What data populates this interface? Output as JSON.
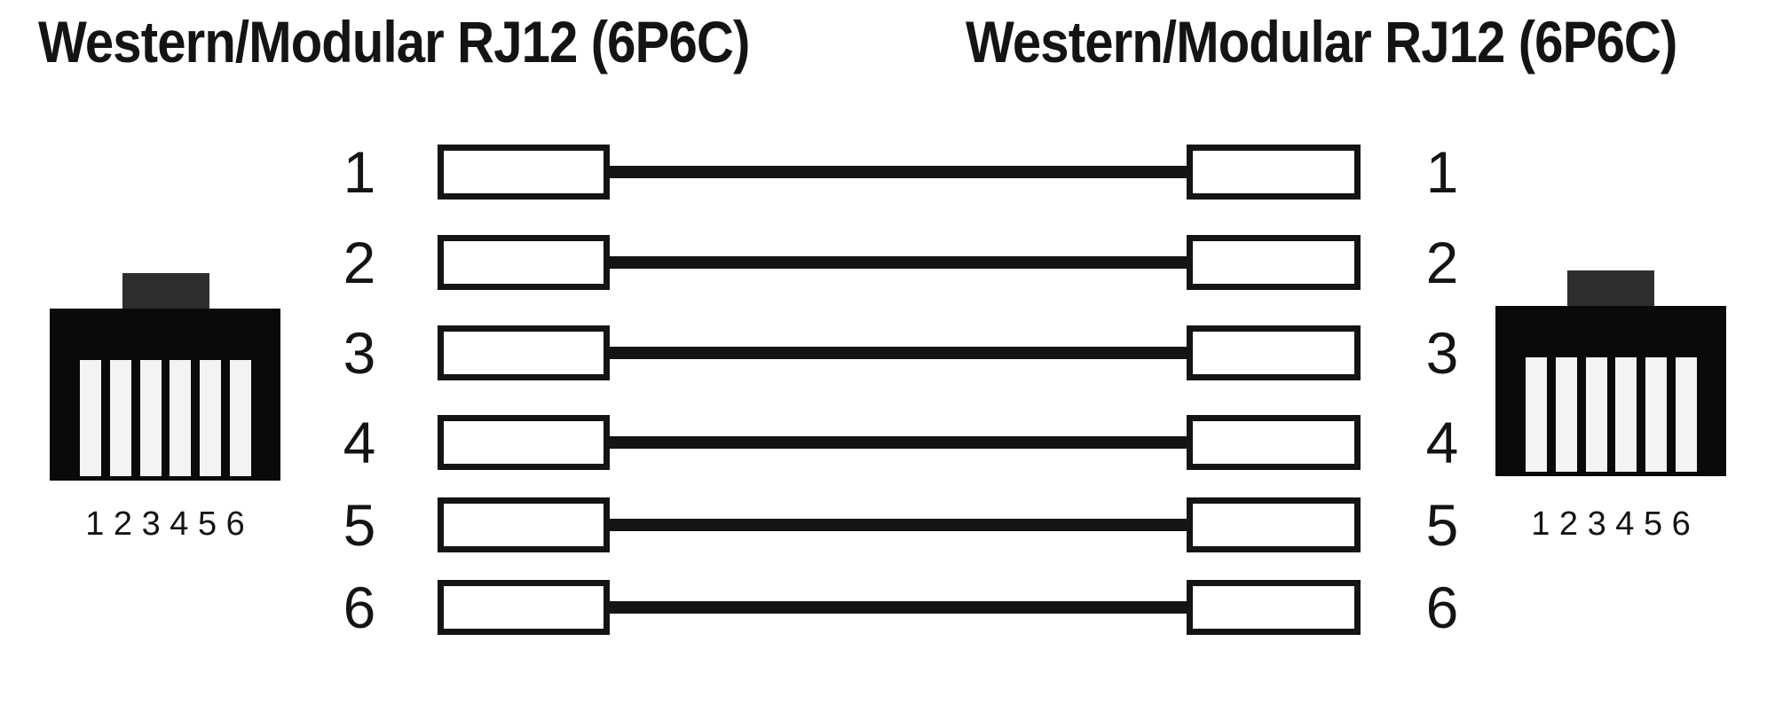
{
  "titles": {
    "left": "Western/Modular RJ12 (6P6C)",
    "right": "Western/Modular RJ12 (6P6C)"
  },
  "connectors": {
    "left": {
      "pin_labels": "1 2 3 4 5 6",
      "pin_count": 6
    },
    "right": {
      "pin_labels": "1 2 3 4 5 6",
      "pin_count": 6
    }
  },
  "wiring": {
    "type": "straight-through",
    "rows": [
      {
        "left_pin": "1",
        "right_pin": "1"
      },
      {
        "left_pin": "2",
        "right_pin": "2"
      },
      {
        "left_pin": "3",
        "right_pin": "3"
      },
      {
        "left_pin": "4",
        "right_pin": "4"
      },
      {
        "left_pin": "5",
        "right_pin": "5"
      },
      {
        "left_pin": "6",
        "right_pin": "6"
      }
    ]
  },
  "colors": {
    "ink": "#141414",
    "connector-body": "#0a0a0a",
    "connector-tab": "#2e2e2e",
    "pin-slot": "#f3f3f3",
    "background": "#ffffff"
  }
}
